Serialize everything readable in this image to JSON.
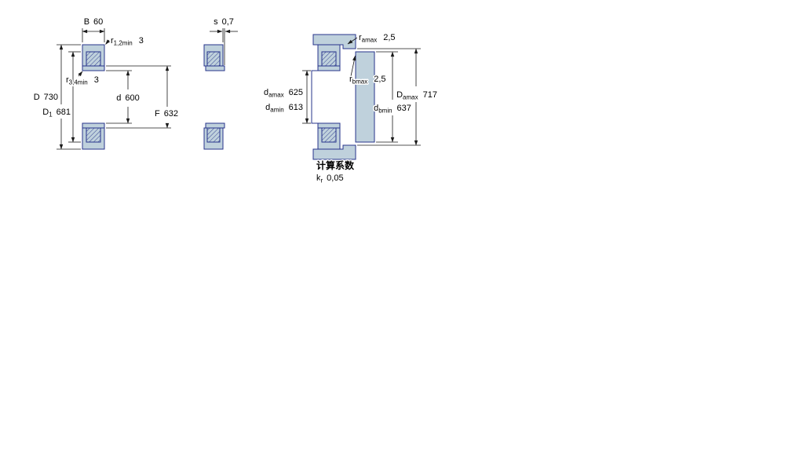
{
  "colors": {
    "outline": "#27348b",
    "fill": "#bfd1dc",
    "dimension": "#1a1a1a"
  },
  "figure1": {
    "dims": {
      "B": {
        "sym": "B",
        "value": "60"
      },
      "r12": {
        "sym": "r",
        "sub": "1,2min",
        "value": "3"
      },
      "r34": {
        "sym": "r",
        "sub": "3,4min",
        "value": "3"
      },
      "D": {
        "sym": "D",
        "value": "730"
      },
      "D1": {
        "sym": "D",
        "sub": "1",
        "value": "681"
      },
      "d": {
        "sym": "d",
        "value": "600"
      },
      "F": {
        "sym": "F",
        "value": "632"
      }
    }
  },
  "figure2": {
    "dims": {
      "s": {
        "sym": "s",
        "value": "0,7"
      }
    }
  },
  "figure3": {
    "dims": {
      "ra": {
        "sym": "r",
        "sub": "amax",
        "value": "2,5"
      },
      "rb": {
        "sym": "r",
        "sub": "bmax",
        "value": "2,5"
      },
      "damax": {
        "sym": "d",
        "sub": "amax",
        "value": "625"
      },
      "damin": {
        "sym": "d",
        "sub": "amin",
        "value": "613"
      },
      "Damax": {
        "sym": "D",
        "sub": "amax",
        "value": "717"
      },
      "dbmin": {
        "sym": "d",
        "sub": "bmin",
        "value": "637"
      }
    }
  },
  "calculation": {
    "heading": "计算系数",
    "kr": {
      "sym": "k",
      "sub": "r",
      "value": "0,05"
    }
  }
}
